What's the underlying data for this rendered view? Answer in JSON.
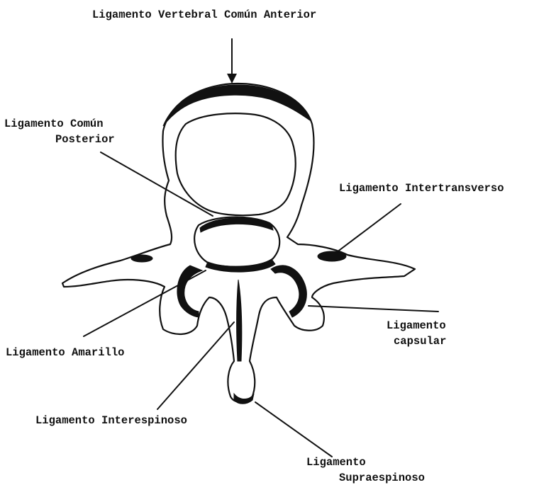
{
  "labels": {
    "anterior": "Ligamento Vertebral Común Anterior",
    "posterior_line1": "Ligamento Común",
    "posterior_line2": "Posterior",
    "intertransverso": "Ligamento Intertransverso",
    "amarillo": "Ligamento Amarillo",
    "capsular_line1": "Ligamento",
    "capsular_line2": "capsular",
    "interespinoso": "Ligamento Interespinoso",
    "supraespinoso_line1": "Ligamento",
    "supraespinoso_line2": "Supraespinoso"
  },
  "colors": {
    "ink": "#111111",
    "background": "#ffffff"
  }
}
